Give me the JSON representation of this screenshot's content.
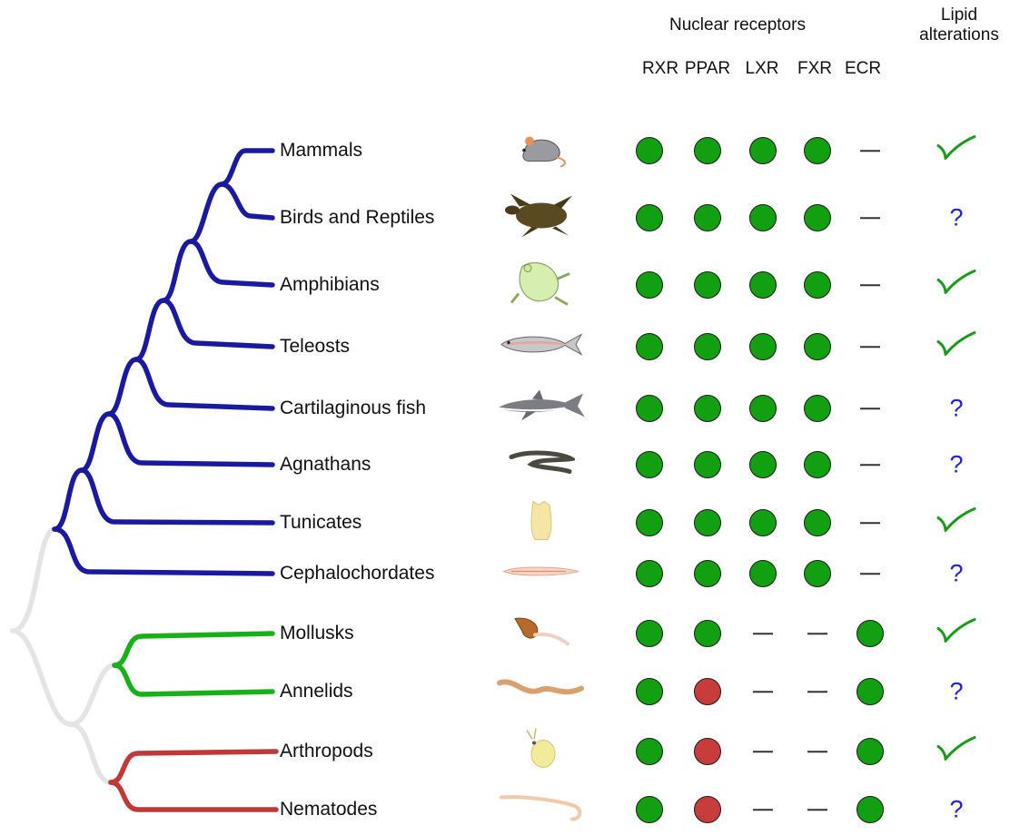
{
  "header": {
    "nuclear_receptors": "Nuclear receptors",
    "columns": [
      "RXR",
      "PPAR",
      "LXR",
      "FXR",
      "ECR"
    ],
    "lipid_line1": "Lipid",
    "lipid_line2": "alterations"
  },
  "colors": {
    "present": "#12a012",
    "present_alt": "#c83c3c",
    "chordate_branch": "#1a1aa0",
    "lophotrochozoa_branch": "#18b018",
    "ecdysozoa_branch": "#c03838",
    "root_branch": "#e4e4e4",
    "check": "#1a9a1a",
    "question": "#2323d6"
  },
  "taxa": [
    {
      "name": "Mammals",
      "icon": "mouse-icon",
      "receptors": [
        "present",
        "present",
        "present",
        "present",
        "absent"
      ],
      "lipid": "check"
    },
    {
      "name": "Birds and Reptiles",
      "icon": "turtle-icon",
      "receptors": [
        "present",
        "present",
        "present",
        "present",
        "absent"
      ],
      "lipid": "?"
    },
    {
      "name": "Amphibians",
      "icon": "frog-icon",
      "receptors": [
        "present",
        "present",
        "present",
        "present",
        "absent"
      ],
      "lipid": "check"
    },
    {
      "name": "Teleosts",
      "icon": "fish-icon",
      "receptors": [
        "present",
        "present",
        "present",
        "present",
        "absent"
      ],
      "lipid": "check"
    },
    {
      "name": "Cartilaginous fish",
      "icon": "shark-icon",
      "receptors": [
        "present",
        "present",
        "present",
        "present",
        "absent"
      ],
      "lipid": "?"
    },
    {
      "name": "Agnathans",
      "icon": "lamprey-icon",
      "receptors": [
        "present",
        "present",
        "present",
        "present",
        "absent"
      ],
      "lipid": "?"
    },
    {
      "name": "Tunicates",
      "icon": "tunicate-icon",
      "receptors": [
        "present",
        "present",
        "present",
        "present",
        "absent"
      ],
      "lipid": "check"
    },
    {
      "name": "Cephalochordates",
      "icon": "lancelet-icon",
      "receptors": [
        "present",
        "present",
        "present",
        "present",
        "absent"
      ],
      "lipid": "?"
    },
    {
      "name": "Mollusks",
      "icon": "snail-icon",
      "receptors": [
        "present",
        "present",
        "absent",
        "absent",
        "present"
      ],
      "lipid": "check"
    },
    {
      "name": "Annelids",
      "icon": "worm-icon",
      "receptors": [
        "present",
        "present_alt",
        "absent",
        "absent",
        "present"
      ],
      "lipid": "?"
    },
    {
      "name": "Arthropods",
      "icon": "daphnia-icon",
      "receptors": [
        "present",
        "present_alt",
        "absent",
        "absent",
        "present"
      ],
      "lipid": "check"
    },
    {
      "name": "Nematodes",
      "icon": "nematode-icon",
      "receptors": [
        "present",
        "present_alt",
        "absent",
        "absent",
        "present"
      ],
      "lipid": "?"
    }
  ]
}
